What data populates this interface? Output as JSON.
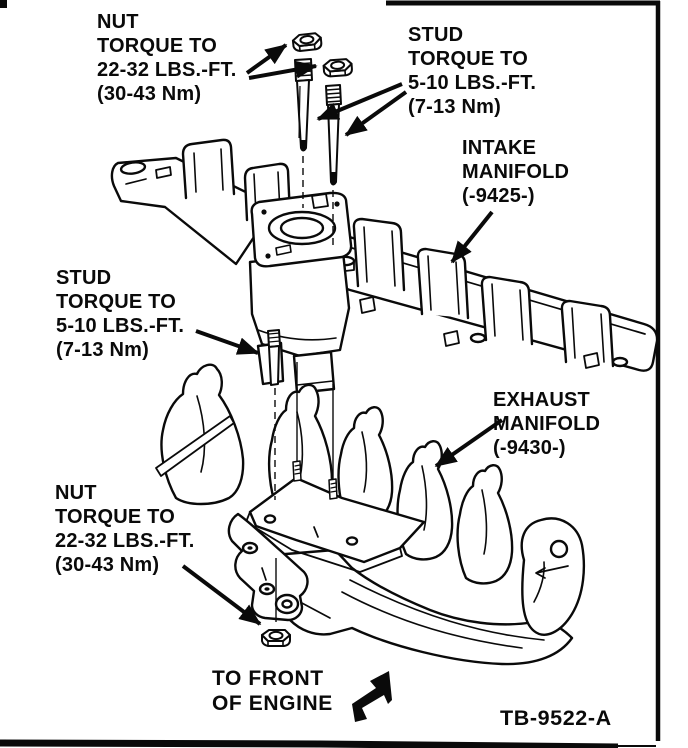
{
  "figure": {
    "code": "TB-9522-A",
    "colors": {
      "ink": "#0a0a0a",
      "paper": "#ffffff"
    },
    "callouts": {
      "nut_top": {
        "lines": [
          "NUT",
          "TORQUE TO",
          "22-32 LBS.-FT.",
          "(30-43 Nm)"
        ]
      },
      "stud_top": {
        "lines": [
          "STUD",
          "TORQUE TO",
          "5-10 LBS.-FT.",
          "(7-13 Nm)"
        ]
      },
      "intake": {
        "lines": [
          "INTAKE",
          "MANIFOLD",
          "(-9425-)"
        ]
      },
      "stud_left": {
        "lines": [
          "STUD",
          "TORQUE TO",
          "5-10 LBS.-FT.",
          "(7-13 Nm)"
        ]
      },
      "exhaust": {
        "lines": [
          "EXHAUST",
          "MANIFOLD",
          "(-9430-)"
        ]
      },
      "nut_bottom": {
        "lines": [
          "NUT",
          "TORQUE TO",
          "22-32 LBS.-FT.",
          "(30-43 Nm)"
        ]
      },
      "to_front": {
        "lines": [
          "TO FRONT",
          "OF ENGINE"
        ]
      }
    }
  }
}
